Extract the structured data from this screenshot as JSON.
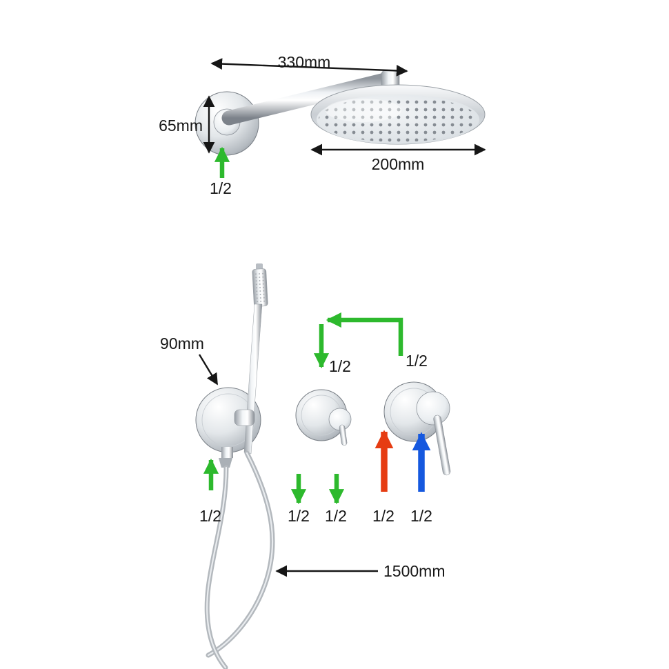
{
  "colors": {
    "black": "#161616",
    "green": "#2db92d",
    "red": "#e63c12",
    "blue": "#1558df"
  },
  "dimensions": {
    "arm_length": "330mm",
    "flange_height": "65mm",
    "head_diameter": "200mm",
    "bracket_offset": "90mm",
    "hose_length": "1500mm"
  },
  "connections": {
    "arm_inlet": "1/2",
    "link_left": "1/2",
    "link_right": "1/2",
    "valve1_out_left": "1/2",
    "valve1_out_right": "1/2",
    "hot_inlet": "1/2",
    "cold_inlet": "1/2",
    "bracket_inlet": "1/2"
  }
}
